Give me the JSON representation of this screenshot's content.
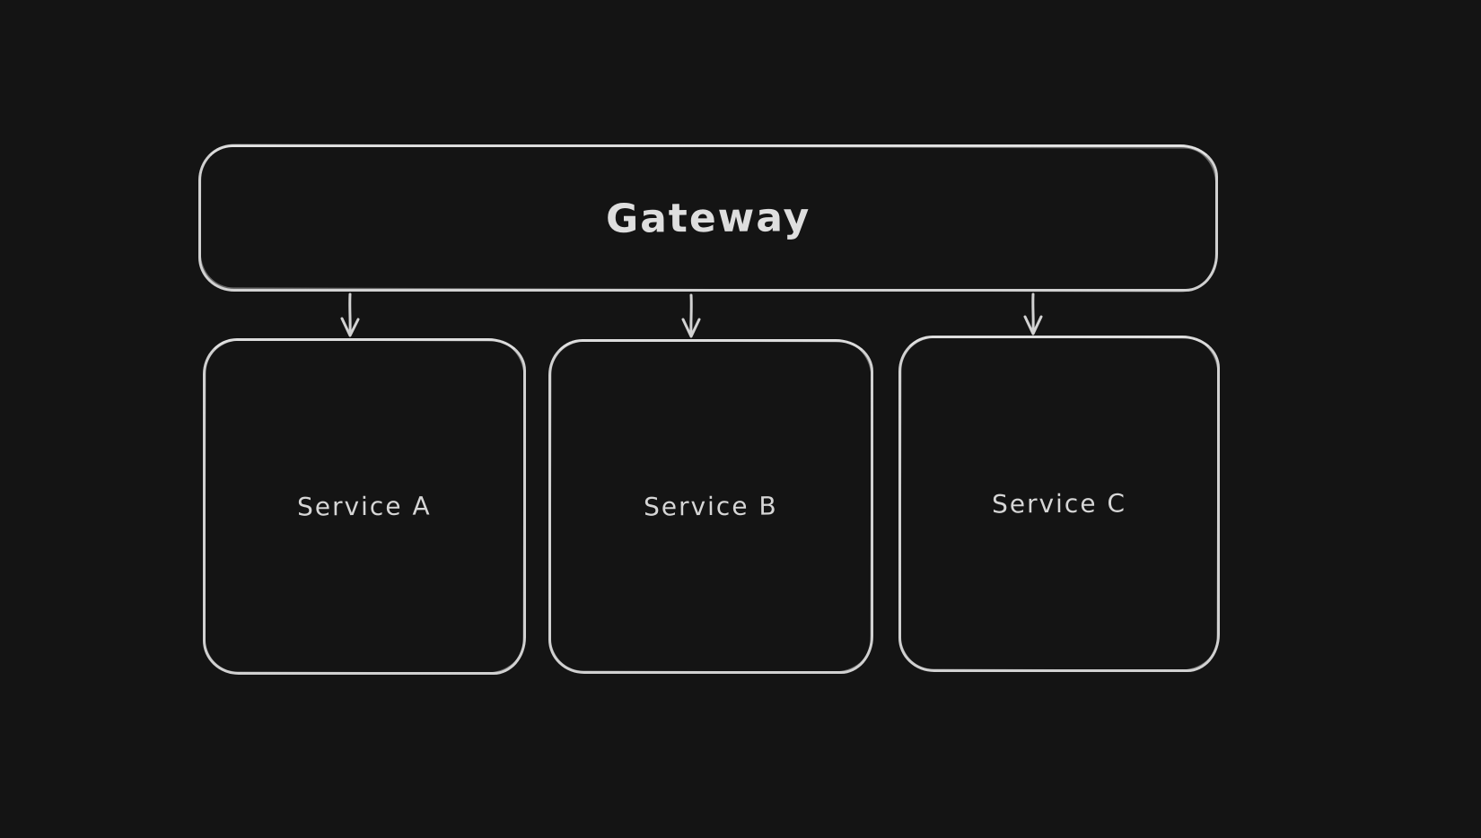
{
  "canvas": {
    "background_color": "#141414",
    "stroke_color": "#d2d2d2",
    "text_color": "#dadada"
  },
  "diagram": {
    "nodes": {
      "gateway": {
        "label": "Gateway"
      },
      "service_a": {
        "label": "Service A"
      },
      "service_b": {
        "label": "Service B"
      },
      "service_c": {
        "label": "Service C"
      }
    },
    "connectors": [
      {
        "from": "gateway",
        "to": "service_a",
        "icon": "arrow-down-icon"
      },
      {
        "from": "gateway",
        "to": "service_b",
        "icon": "arrow-down-icon"
      },
      {
        "from": "gateway",
        "to": "service_c",
        "icon": "arrow-down-icon"
      }
    ]
  }
}
